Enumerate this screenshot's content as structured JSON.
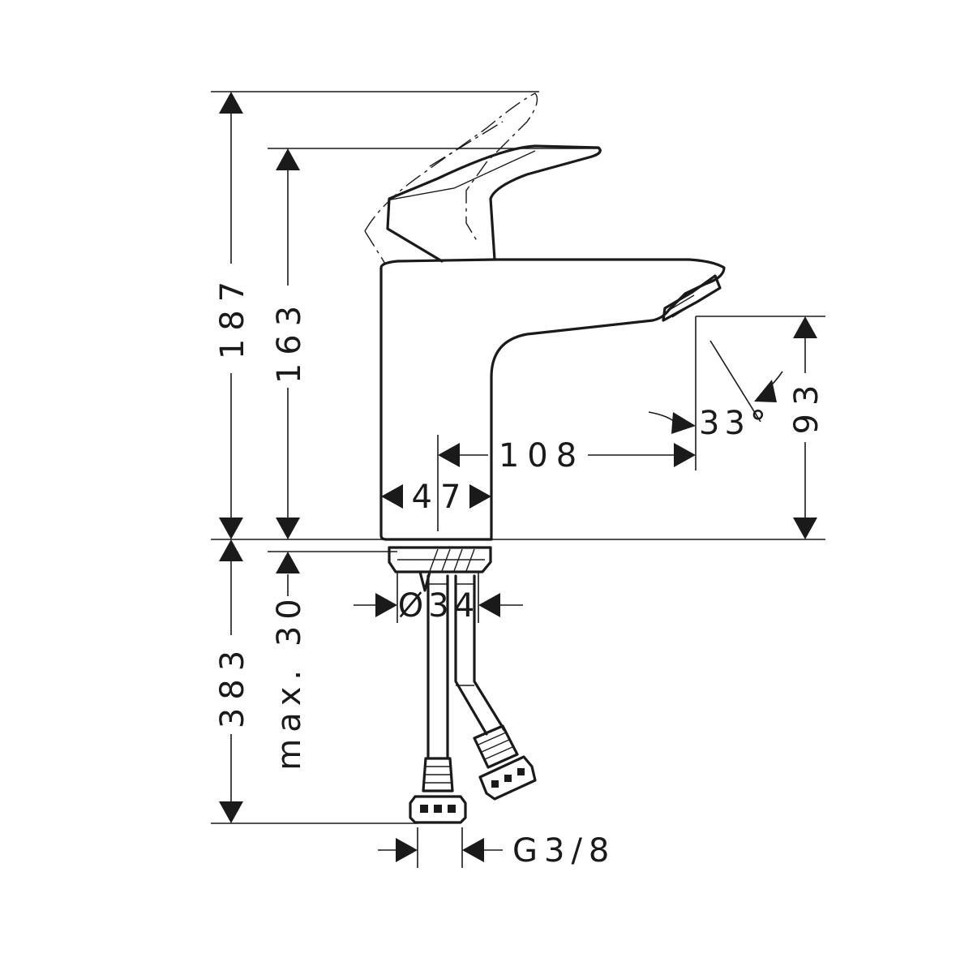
{
  "dimensions": {
    "total_height": "187",
    "lever_height": "163",
    "spout_height": "93",
    "spout_angle": "33°",
    "spout_reach": "108",
    "body_width": "47",
    "below_counter": "383",
    "counter_thickness": "max. 30",
    "mounting_diameter": "Ø34",
    "connection_thread": "G3/8"
  }
}
